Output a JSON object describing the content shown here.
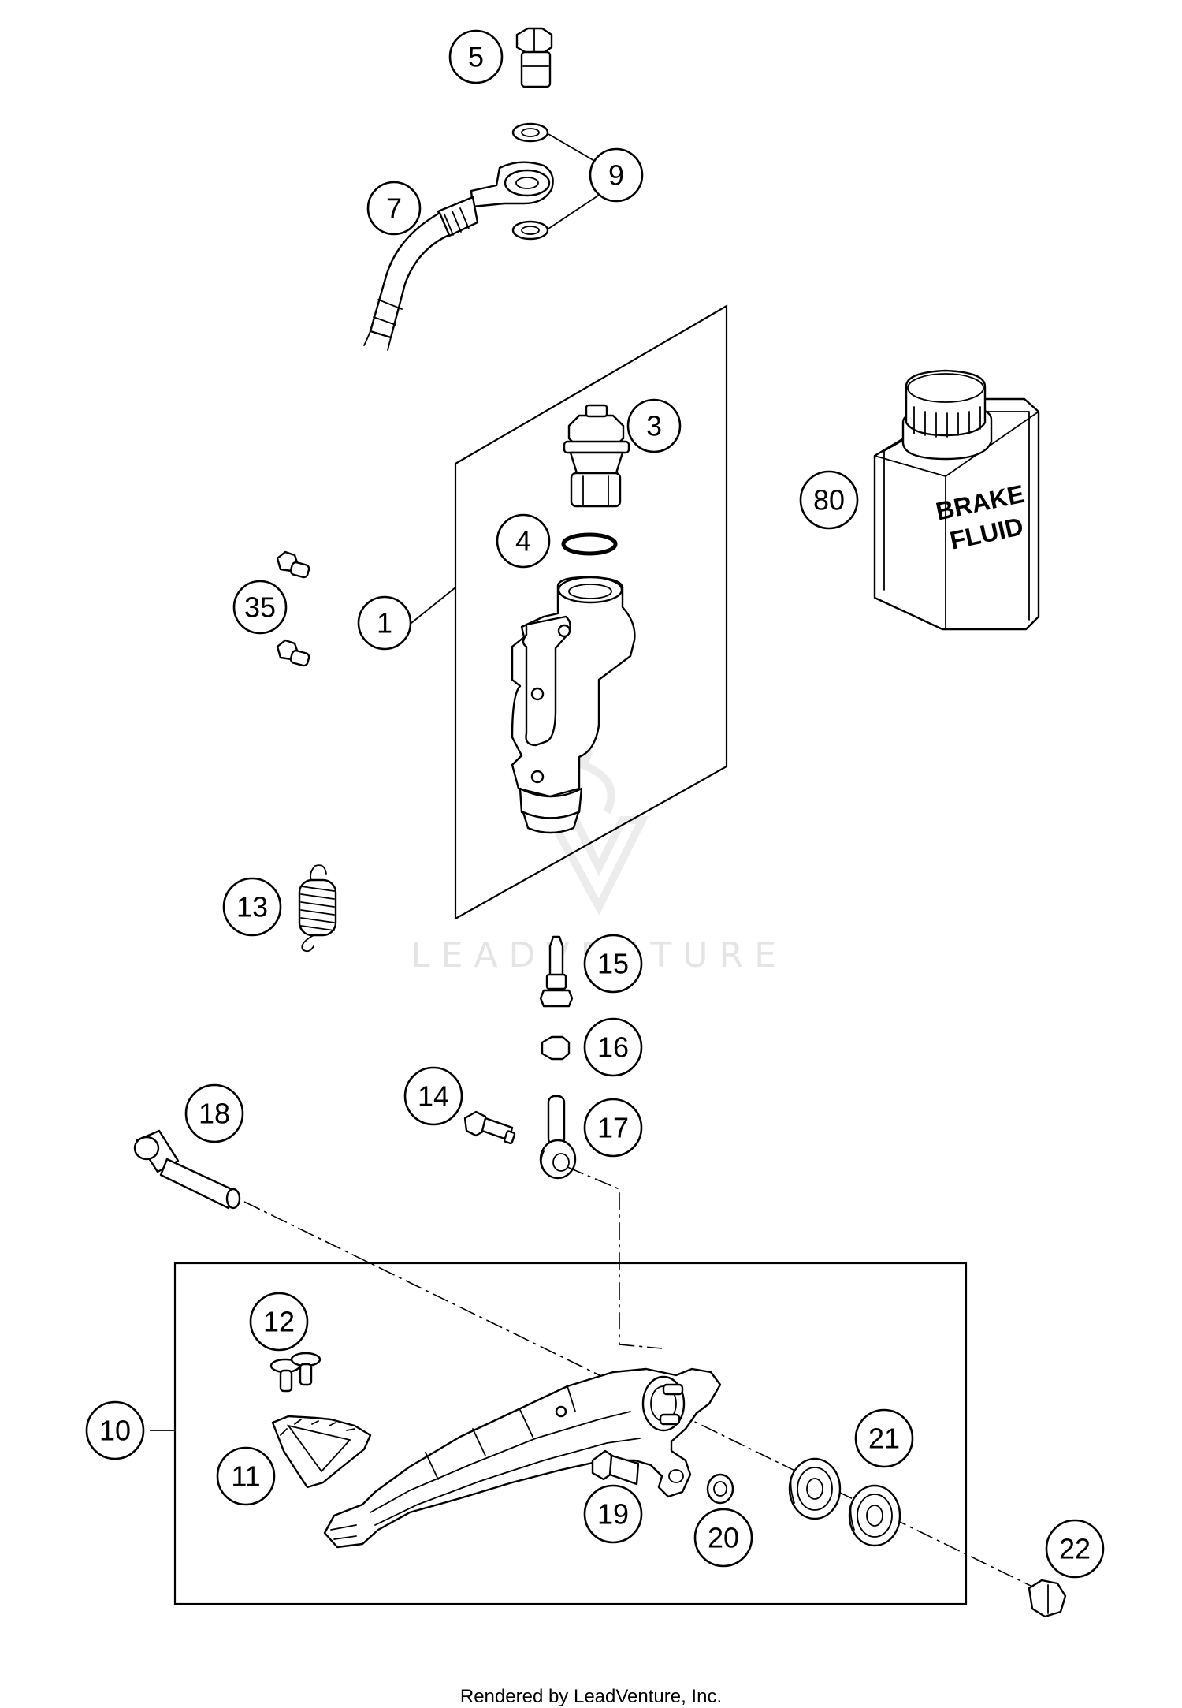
{
  "callouts": [
    {
      "label": "1"
    },
    {
      "label": "3"
    },
    {
      "label": "4"
    },
    {
      "label": "5"
    },
    {
      "label": "7"
    },
    {
      "label": "9"
    },
    {
      "label": "10"
    },
    {
      "label": "11"
    },
    {
      "label": "12"
    },
    {
      "label": "13"
    },
    {
      "label": "14"
    },
    {
      "label": "15"
    },
    {
      "label": "16"
    },
    {
      "label": "17"
    },
    {
      "label": "18"
    },
    {
      "label": "19"
    },
    {
      "label": "20"
    },
    {
      "label": "21"
    },
    {
      "label": "22"
    },
    {
      "label": "35"
    },
    {
      "label": "80"
    }
  ],
  "bottle": {
    "line1": "BRAKE",
    "line2": "FLUID"
  },
  "watermark": {
    "text": "LEADVENTURE"
  },
  "footer": {
    "text": "Rendered by LeadVenture, Inc."
  }
}
